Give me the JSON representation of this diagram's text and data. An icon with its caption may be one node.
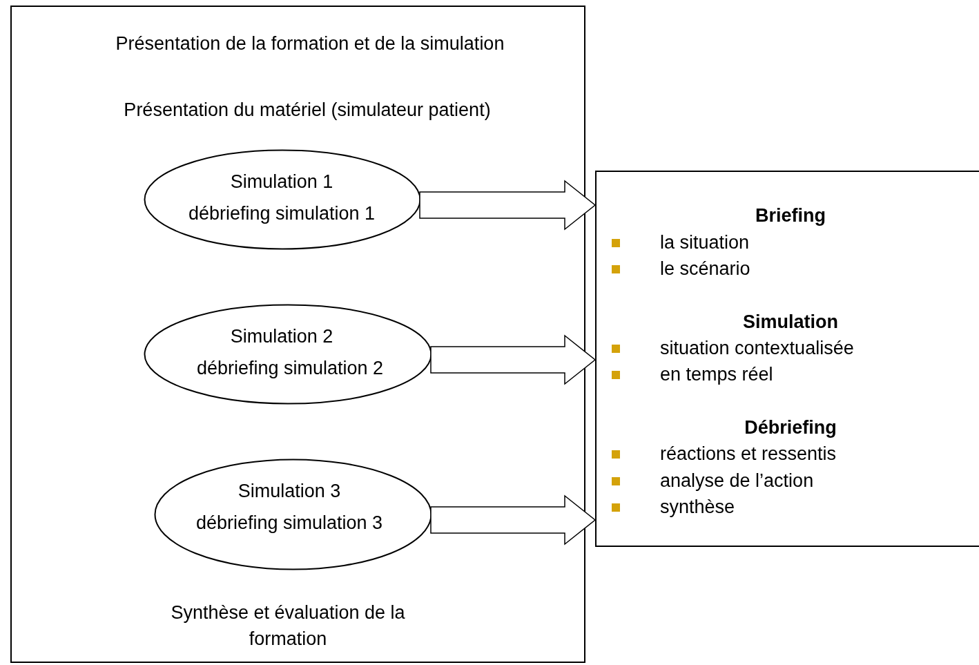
{
  "diagram": {
    "nodes": [
      {
        "text": [
          "Présentation de la formation et de la simulation",
          "Présentation du matériel (simulateur patient)",
          "Synthèse et évaluation de la formation"
        ]
      },
      {
        "text": [
          "Simulation 1",
          "débriefing simulation 1"
        ],
        "in": 0
      },
      {
        "text": [
          "Simulation 2",
          "débriefing simulation 2"
        ],
        "in": 0
      },
      {
        "text": [
          "Simulation 3",
          "débriefing simulation 3"
        ],
        "in": 0
      },
      {
        "text": [
          "Briefing",
          "la situation",
          "le scénario",
          "Simulation",
          "situation contextualisée",
          "en temps réel",
          "Débriefing",
          "réactions et ressentis",
          "analyse de l’action",
          "synthèse"
        ]
      }
    ],
    "edges": [
      {
        "from": 1,
        "to": 4,
        "arrow": "to"
      },
      {
        "from": 2,
        "to": 4,
        "arrow": "to"
      },
      {
        "from": 3,
        "to": 4,
        "arrow": "to"
      }
    ]
  }
}
